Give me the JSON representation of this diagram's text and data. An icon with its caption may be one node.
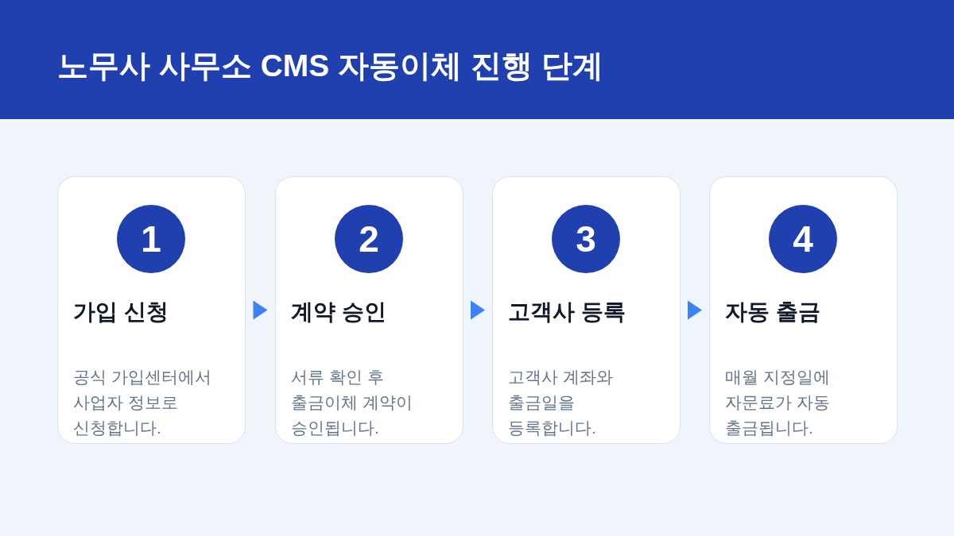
{
  "diagram": {
    "title": "노무사 사무소 CMS 자동이체 진행 단계",
    "nodes": [
      {
        "text": [
          "가입 신청",
          "공식 가입센터에서 사업자 정보로 신청합니다."
        ]
      },
      {
        "text": [
          "1"
        ],
        "in": 0
      },
      {
        "text": [
          "계약 승인",
          "서류 확인 후 출금이체 계약이 승인됩니다."
        ]
      },
      {
        "text": [
          "2"
        ],
        "in": 2
      },
      {
        "text": [
          "고객사 등록",
          "고객사 계좌와 출금일을 등록합니다."
        ]
      },
      {
        "text": [
          "3"
        ],
        "in": 4
      },
      {
        "text": [
          "자동 출금",
          "매월 지정일에 자문료가 자동 출금됩니다."
        ]
      },
      {
        "text": [
          "4"
        ],
        "in": 6
      }
    ],
    "edges": [
      {
        "from": 0,
        "to": 2,
        "arrow": "to"
      },
      {
        "from": 2,
        "to": 4,
        "arrow": "to"
      },
      {
        "from": 4,
        "to": 6,
        "arrow": "to"
      }
    ]
  }
}
